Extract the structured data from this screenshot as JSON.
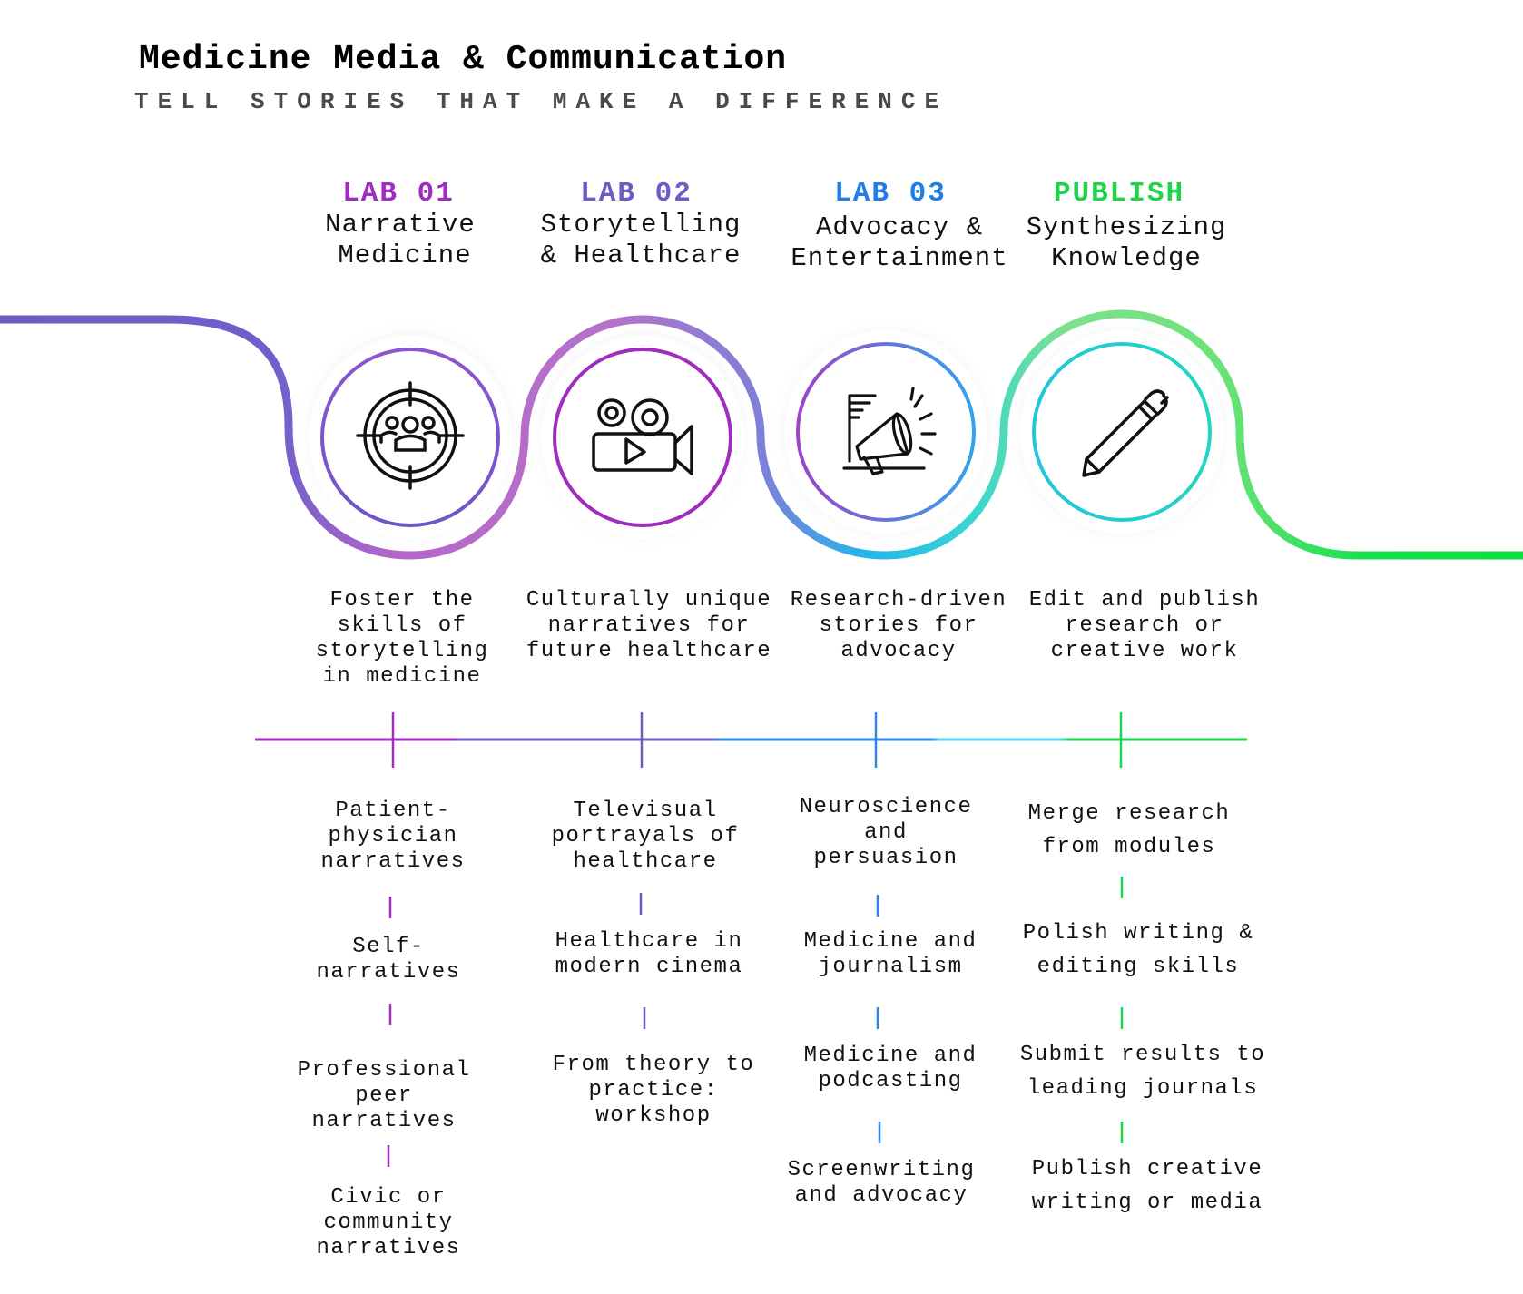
{
  "header": {
    "title": "Medicine Media & Communication",
    "subtitle": "TELL STORIES THAT MAKE A DIFFERENCE"
  },
  "colors": {
    "lab1": "#a02cc0",
    "lab2": "#6a5dc4",
    "lab3": "#2f86e6",
    "publish": "#1ed44a",
    "teal": "#22c6d0"
  },
  "stages": [
    {
      "tag": "LAB 01",
      "title_line1": "Narrative",
      "title_line2": "Medicine",
      "icon": "audience-target-icon",
      "summary": "Foster the skills of storytelling in medicine",
      "topics": [
        "Patient-physician narratives",
        "Self-narratives",
        "Professional peer narratives",
        "Civic or community narratives"
      ]
    },
    {
      "tag": "LAB 02",
      "title_line1": "Storytelling",
      "title_line2": "& Healthcare",
      "icon": "video-camera-icon",
      "summary": "Culturally unique narratives for future healthcare",
      "topics": [
        "Televisual portrayals of healthcare",
        "Healthcare in modern cinema",
        "From theory to practice: workshop"
      ]
    },
    {
      "tag": "LAB 03",
      "title_line1": "Advocacy &",
      "title_line2": "Entertainment",
      "icon": "megaphone-icon",
      "summary": "Research-driven stories for advocacy",
      "topics": [
        "Neuroscience and persuasion",
        "Medicine and journalism",
        "Medicine and podcasting",
        "Screenwriting and advocacy"
      ]
    },
    {
      "tag": "PUBLISH",
      "title_line1": "Synthesizing",
      "title_line2": "Knowledge",
      "icon": "pen-icon",
      "summary": "Edit and publish research or creative work",
      "topics": [
        "Merge research from modules",
        "Polish writing & editing skills",
        "Submit results to leading journals",
        "Publish creative writing or media"
      ]
    }
  ]
}
